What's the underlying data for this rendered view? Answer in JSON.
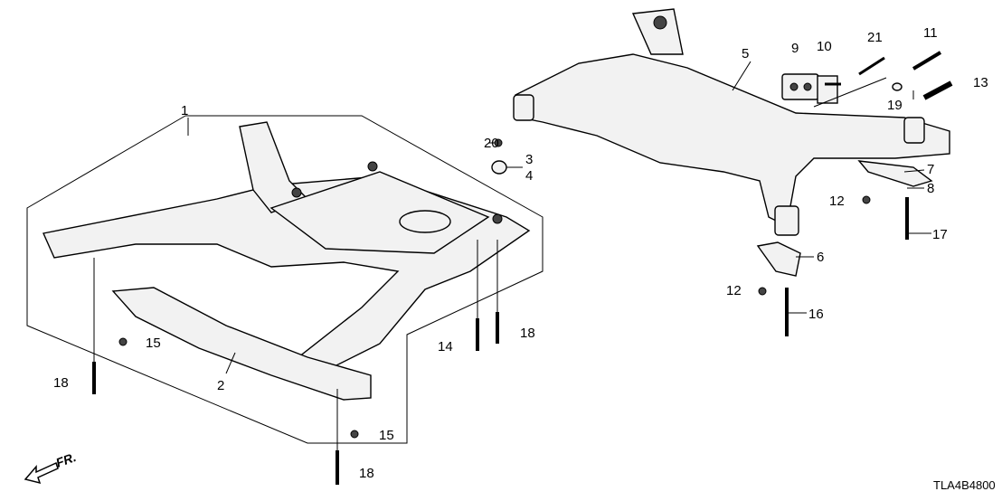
{
  "diagram": {
    "title": "Subframe parts diagram",
    "code": "TLA4B4800",
    "front_indicator": "FR.",
    "callouts": [
      {
        "id": "c1",
        "label": "1"
      },
      {
        "id": "c2",
        "label": "2"
      },
      {
        "id": "c3",
        "label": "3"
      },
      {
        "id": "c4",
        "label": "4"
      },
      {
        "id": "c5",
        "label": "5"
      },
      {
        "id": "c6",
        "label": "6"
      },
      {
        "id": "c7",
        "label": "7"
      },
      {
        "id": "c8",
        "label": "8"
      },
      {
        "id": "c9",
        "label": "9"
      },
      {
        "id": "c10",
        "label": "10"
      },
      {
        "id": "c11",
        "label": "11"
      },
      {
        "id": "c12a",
        "label": "12"
      },
      {
        "id": "c12b",
        "label": "12"
      },
      {
        "id": "c13",
        "label": "13"
      },
      {
        "id": "c14",
        "label": "14"
      },
      {
        "id": "c15a",
        "label": "15"
      },
      {
        "id": "c15b",
        "label": "15"
      },
      {
        "id": "c16",
        "label": "16"
      },
      {
        "id": "c17",
        "label": "17"
      },
      {
        "id": "c18a",
        "label": "18"
      },
      {
        "id": "c18b",
        "label": "18"
      },
      {
        "id": "c18c",
        "label": "18"
      },
      {
        "id": "c19",
        "label": "19"
      },
      {
        "id": "c20",
        "label": "20"
      },
      {
        "id": "c21",
        "label": "21"
      }
    ]
  }
}
